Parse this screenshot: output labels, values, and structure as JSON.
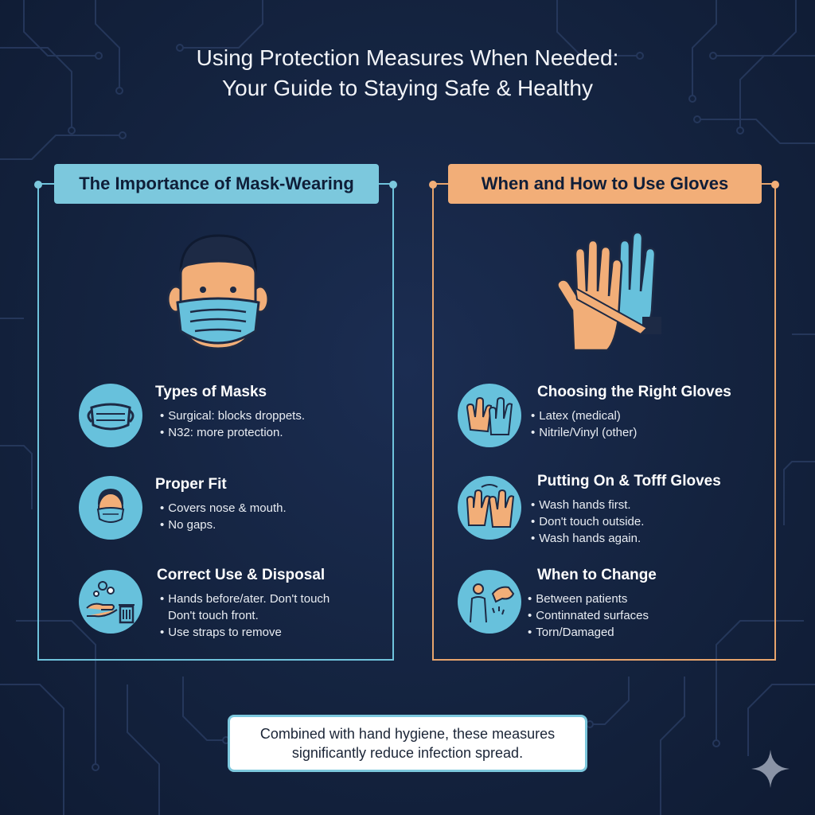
{
  "title": {
    "line1": "Using Protection Measures When Needed:",
    "line2": "Your Guide to Staying Safe & Healthy"
  },
  "masks_panel": {
    "header": "The Importance of Mask-Wearing",
    "hero_icon": "face-with-mask-icon",
    "items": [
      {
        "icon": "surgical-mask-icon",
        "title": "Types of Masks",
        "lines": [
          "Surgical: blocks droppets.",
          "N32: more protection."
        ]
      },
      {
        "icon": "masked-person-icon",
        "title": "Proper Fit",
        "lines": [
          "Covers nose & mouth.",
          "No gaps."
        ]
      },
      {
        "icon": "hand-wash-bin-icon",
        "title": "Correct Use & Disposal",
        "lines": [
          "Hands before/ater.  Don't touch",
          "Don't touch front.",
          "Use straps to remove"
        ]
      }
    ]
  },
  "gloves_panel": {
    "header": "When and How to Use Gloves",
    "hero_icon": "gloved-hands-icon",
    "items": [
      {
        "icon": "glove-pair-icon",
        "title": "Choosing the Right Gloves",
        "lines": [
          "Latex (medical)",
          "Nitrile/Vinyl (other)"
        ]
      },
      {
        "icon": "hands-raised-icon",
        "title": "Putting On & Tofff Gloves",
        "lines": [
          "Wash hands first.",
          "Don't touch outside.",
          "Wash hands again."
        ]
      },
      {
        "icon": "person-changing-gloves-icon",
        "title": "When to Change",
        "lines": [
          "Between patients",
          "Continnated surfaces",
          "Torn/Damaged"
        ]
      }
    ]
  },
  "footer": {
    "line1": "Combined with hand hygiene, these measures",
    "line2": "significantly reduce infection spread."
  },
  "colors": {
    "background": "#14233f",
    "mask_accent": "#7cc8dd",
    "glove_accent": "#f2ae78",
    "skin": "#f2ae78",
    "mask_blue": "#67c1dc"
  }
}
